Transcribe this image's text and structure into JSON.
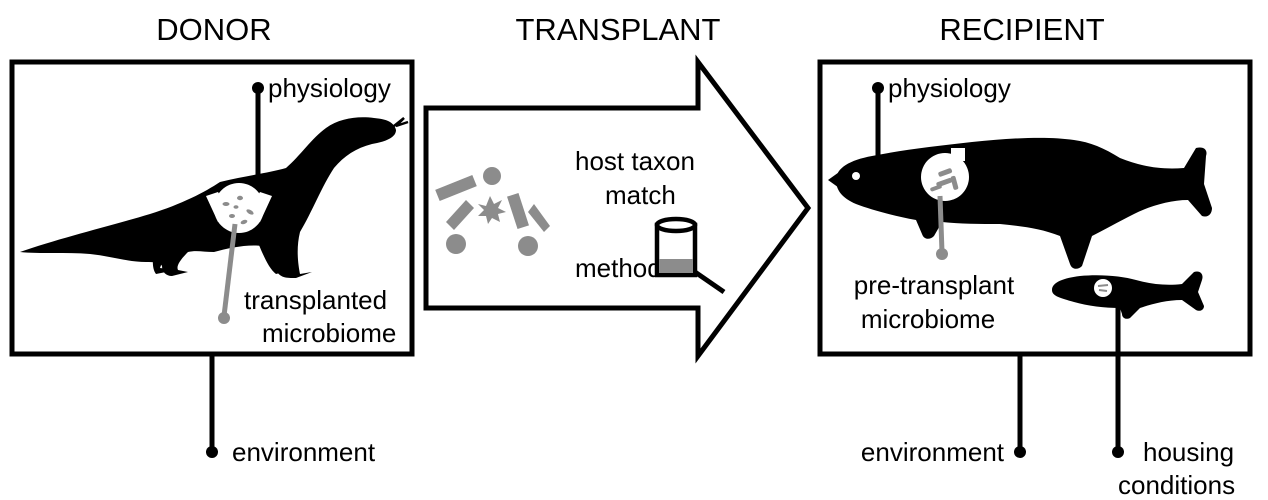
{
  "donor": {
    "title": "DONOR",
    "physiology": "physiology",
    "microbiome_line1": "transplanted",
    "microbiome_line2": "microbiome",
    "environment": "environment"
  },
  "transplant": {
    "title": "TRANSPLANT",
    "host_line1": "host taxon",
    "host_line2": "match",
    "method": "method"
  },
  "recipient": {
    "title": "RECIPIENT",
    "physiology": "physiology",
    "microbiome_line1": "pre-transplant",
    "microbiome_line2": "microbiome",
    "environment": "environment",
    "housing_line1": "housing",
    "housing_line2": "conditions"
  },
  "colors": {
    "ink": "#000000",
    "grey": "#8c8c8c",
    "paper": "#ffffff"
  },
  "icons": [
    "lizard-silhouette-icon",
    "microbiome-petri-icon",
    "microbe-shapes-icon",
    "syringe-tube-icon",
    "fish-silhouette-icon"
  ]
}
